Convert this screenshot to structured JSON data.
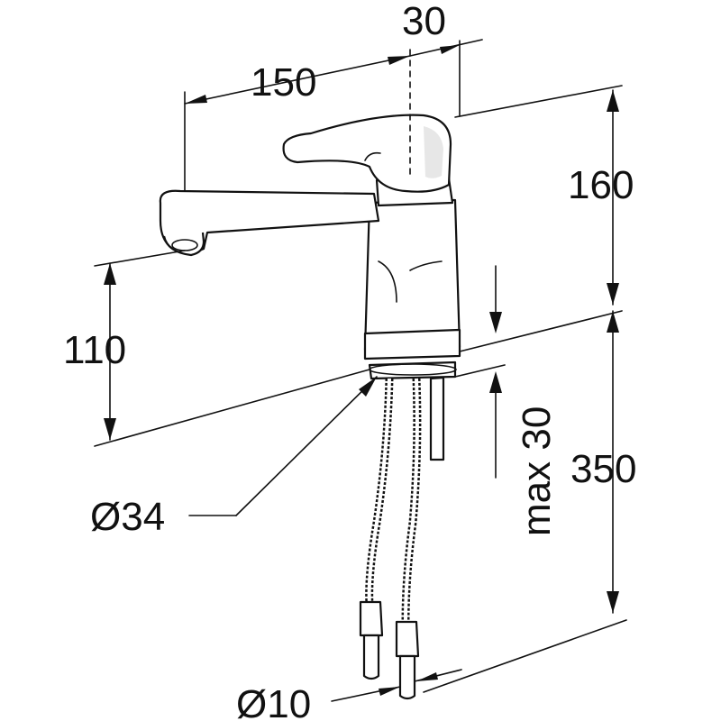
{
  "diagram": {
    "dimensions": {
      "spout_reach": "150",
      "lever_offset": "30",
      "lever_height": "160",
      "spout_height": "110",
      "base_diameter": "Ø34",
      "max_deck_thickness": "max 30",
      "hose_length": "350",
      "hose_diameter": "Ø10"
    }
  }
}
